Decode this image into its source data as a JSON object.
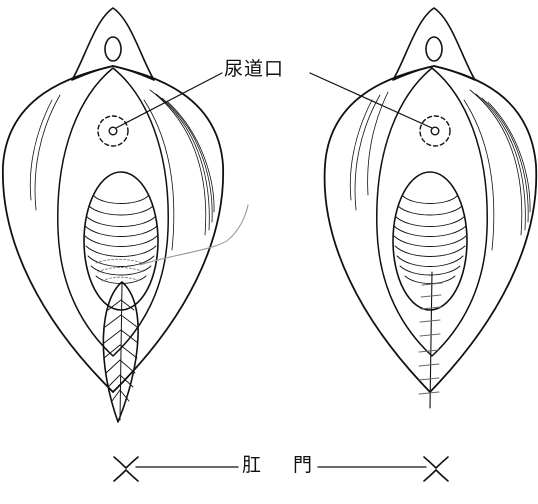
{
  "labels": {
    "urethral_opening": "尿道口",
    "anus_char_1": "肛",
    "anus_char_2": "門"
  },
  "figures": [
    {
      "name": "before-suture",
      "description_shown": false
    },
    {
      "name": "after-suture",
      "description_shown": false
    }
  ],
  "colors": {
    "ink": "#111111",
    "thread": "#9a9a9a",
    "background": "#ffffff"
  }
}
